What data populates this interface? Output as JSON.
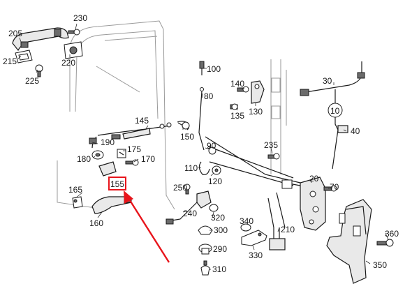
{
  "diagram": {
    "callouts": {
      "c205": "205",
      "c230": "230",
      "c215": "215",
      "c220": "220",
      "c225": "225",
      "c100": "100",
      "c140": "140",
      "c130": "130",
      "c80": "80",
      "c135": "135",
      "c30": "30",
      "c10": "10",
      "c145": "145",
      "c150": "150",
      "c40": "40",
      "c190": "190",
      "c175": "175",
      "c180": "180",
      "c170": "170",
      "c90": "90",
      "c235": "235",
      "c110": "110",
      "c120": "120",
      "c155": "155",
      "c20": "20",
      "c70": "70",
      "c165": "165",
      "c250": "250",
      "c160": "160",
      "c240": "240",
      "c320": "320",
      "c340": "340",
      "c210": "210",
      "c300": "300",
      "c360": "360",
      "c290": "290",
      "c330": "330",
      "c350": "350",
      "c310": "310"
    },
    "highlight_color": "#e8141b"
  }
}
